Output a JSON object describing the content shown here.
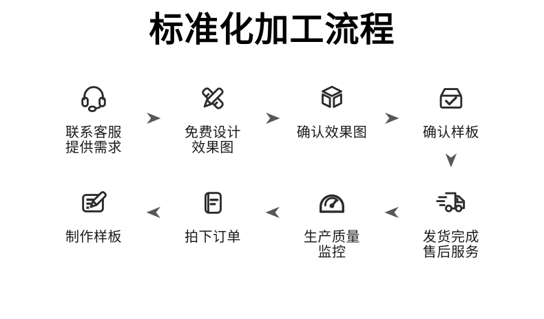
{
  "title": "标准化加工流程",
  "colors": {
    "background": "#ffffff",
    "title_text": "#000000",
    "step_text": "#1a1a1a",
    "icon_stroke": "#2b2b2b",
    "arrow": "#58585a"
  },
  "flow": {
    "top_row_direction": "left-to-right",
    "bottom_row_direction": "right-to-left",
    "connector_between_rows": "down-arrow"
  },
  "steps": [
    {
      "order": 1,
      "label": "联系客服\n提供需求",
      "icon": "headset-icon"
    },
    {
      "order": 2,
      "label": "免费设计\n效果图",
      "icon": "design-tools-icon"
    },
    {
      "order": 3,
      "label": "确认效果图",
      "icon": "cube-icon"
    },
    {
      "order": 4,
      "label": "确认样板",
      "icon": "box-check-icon"
    },
    {
      "order": 5,
      "label": "发货完成\n售后服务",
      "icon": "delivery-truck-icon"
    },
    {
      "order": 6,
      "label": "生产质量\n监控",
      "icon": "gauge-icon"
    },
    {
      "order": 7,
      "label": "拍下订单",
      "icon": "order-document-icon"
    },
    {
      "order": 8,
      "label": "制作样板",
      "icon": "sample-edit-icon"
    }
  ]
}
